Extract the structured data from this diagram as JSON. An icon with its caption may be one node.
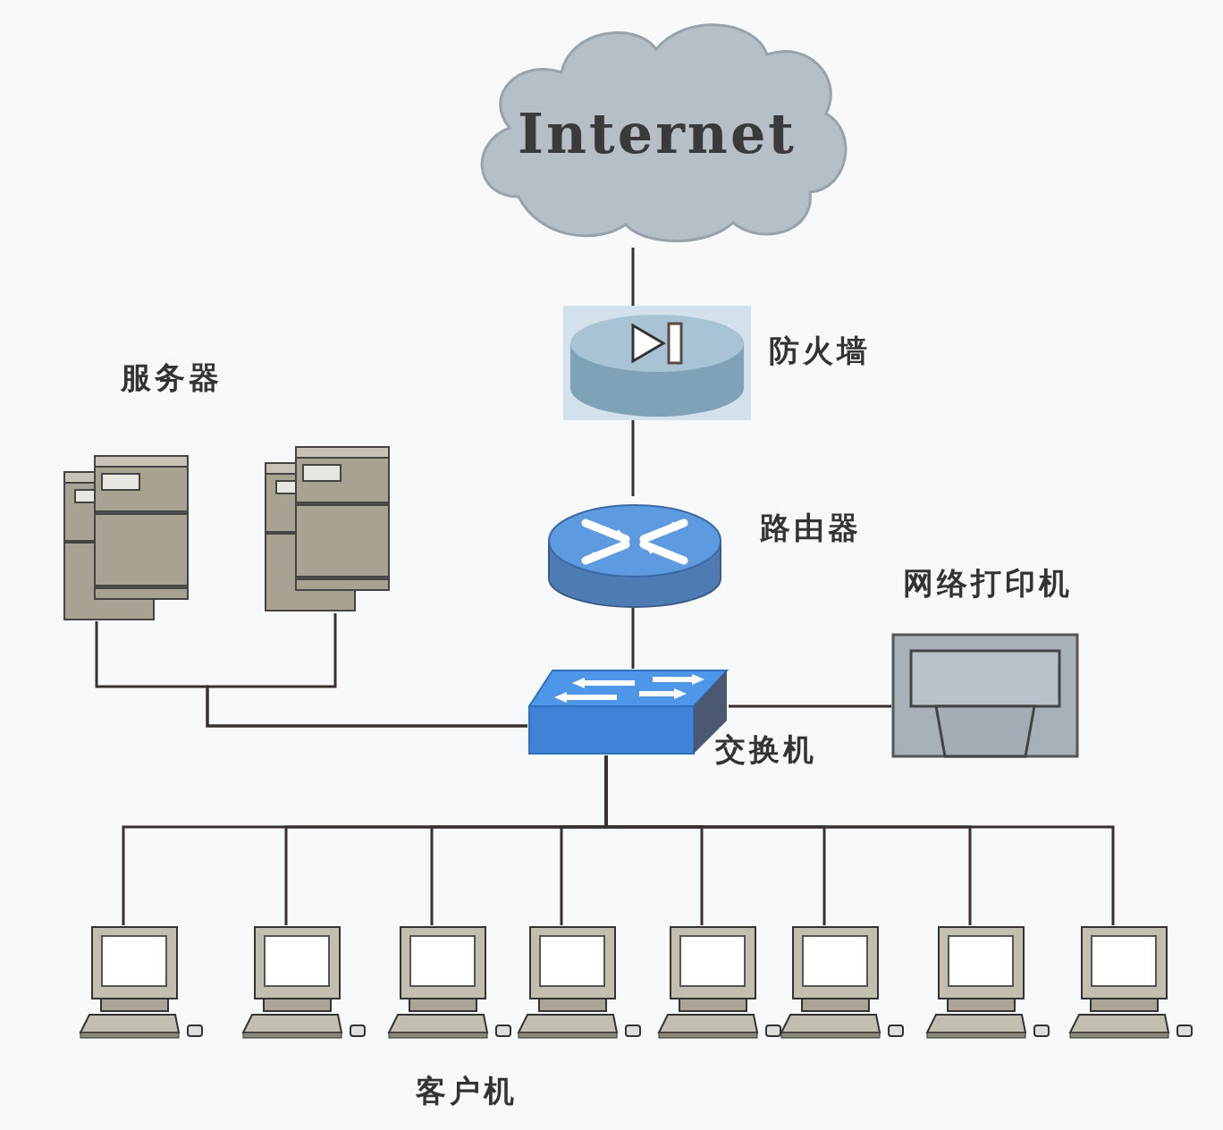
{
  "diagram": {
    "nodes": [
      {
        "text": [
          "Internet"
        ]
      },
      {
        "text": [
          "防火墙"
        ]
      },
      {
        "text": [
          "路由器"
        ]
      },
      {
        "text": [
          "交换机"
        ]
      },
      {
        "text": [
          "网络打印机"
        ]
      },
      {
        "text": [],
        "shape": "picture"
      },
      {
        "text": [],
        "shape": "picture"
      },
      {
        "text": [],
        "shape": "picture"
      },
      {
        "text": [],
        "shape": "picture"
      },
      {
        "text": [],
        "shape": "picture"
      },
      {
        "text": [],
        "shape": "picture"
      },
      {
        "text": [],
        "shape": "picture"
      },
      {
        "text": [],
        "shape": "picture"
      },
      {
        "text": [],
        "shape": "picture"
      },
      {
        "text": [],
        "shape": "picture"
      }
    ],
    "edges": [
      {
        "from": 0,
        "to": 1,
        "arrow": "none"
      },
      {
        "from": 1,
        "to": 2,
        "arrow": "none"
      },
      {
        "from": 2,
        "to": 3,
        "arrow": "none"
      },
      {
        "from": 3,
        "to": 4,
        "arrow": "none"
      },
      {
        "from": 5,
        "to": 3,
        "arrow": "none"
      },
      {
        "from": 6,
        "to": 3,
        "arrow": "none"
      },
      {
        "from": 3,
        "to": 7,
        "arrow": "none"
      },
      {
        "from": 3,
        "to": 8,
        "arrow": "none"
      },
      {
        "from": 3,
        "to": 9,
        "arrow": "none"
      },
      {
        "from": 3,
        "to": 10,
        "arrow": "none"
      },
      {
        "from": 3,
        "to": 11,
        "arrow": "none"
      },
      {
        "from": 3,
        "to": 12,
        "arrow": "none"
      },
      {
        "from": 3,
        "to": 13,
        "arrow": "none"
      },
      {
        "from": 3,
        "to": 14,
        "arrow": "none"
      }
    ],
    "labels": [
      "服务器",
      "客户机"
    ]
  }
}
